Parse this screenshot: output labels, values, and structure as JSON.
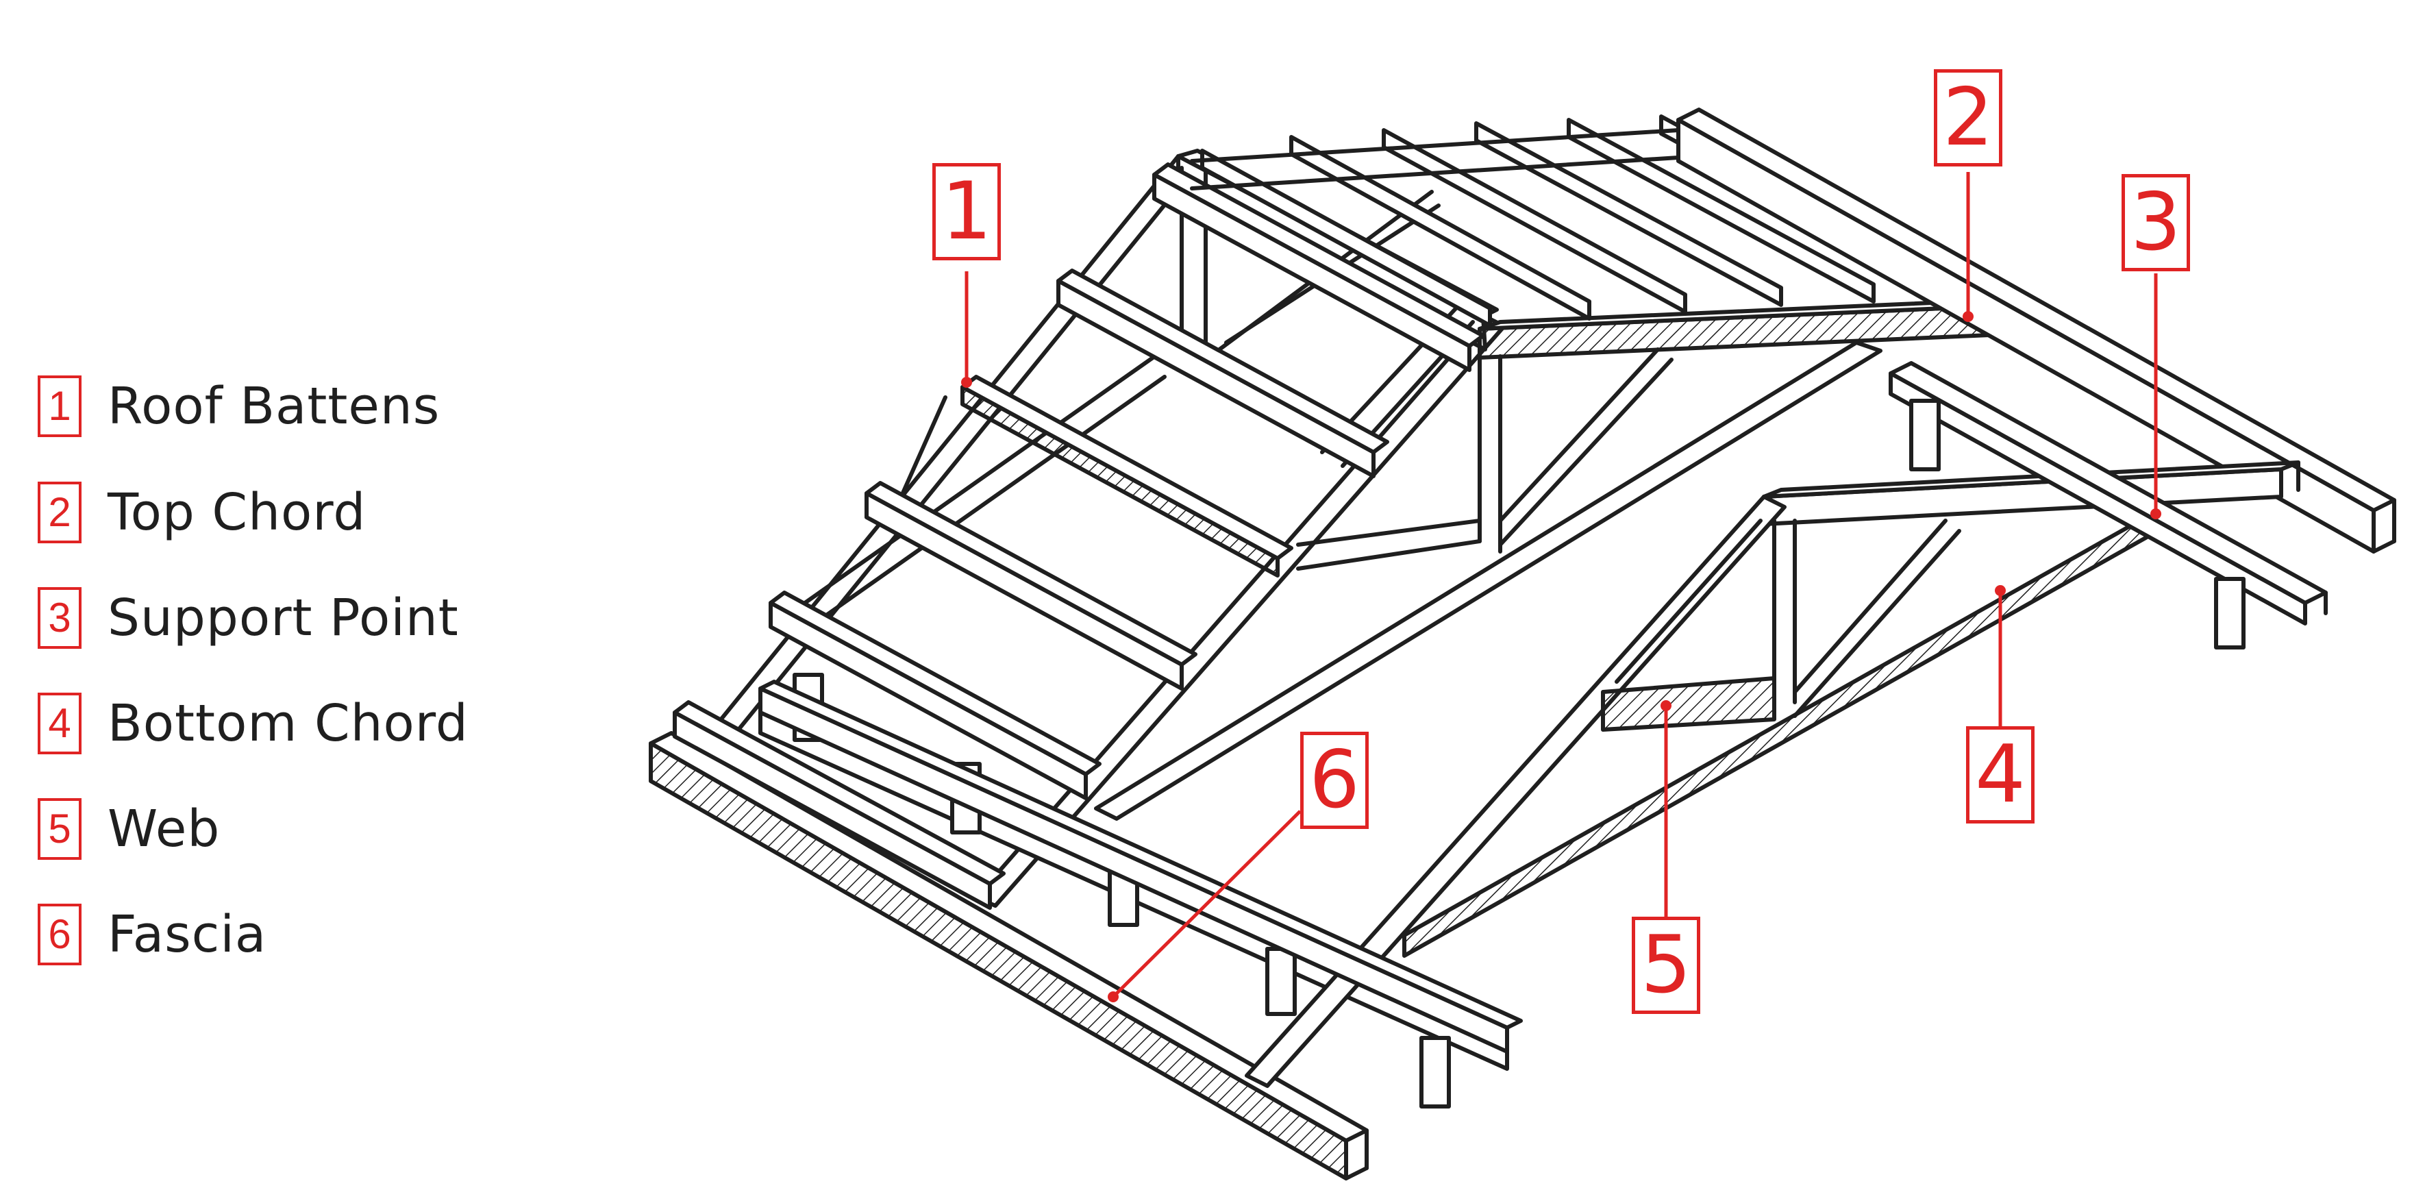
{
  "colors": {
    "accent": "#e02424",
    "line": "#1f1f1f",
    "background": "#ffffff"
  },
  "legend": {
    "items": [
      {
        "number": "1",
        "label": "Roof Battens"
      },
      {
        "number": "2",
        "label": "Top Chord"
      },
      {
        "number": "3",
        "label": "Support Point"
      },
      {
        "number": "4",
        "label": "Bottom Chord"
      },
      {
        "number": "5",
        "label": "Web"
      },
      {
        "number": "6",
        "label": "Fascia"
      }
    ]
  },
  "callouts": [
    {
      "number": "1"
    },
    {
      "number": "2"
    },
    {
      "number": "3"
    },
    {
      "number": "4"
    },
    {
      "number": "5"
    },
    {
      "number": "6"
    }
  ]
}
